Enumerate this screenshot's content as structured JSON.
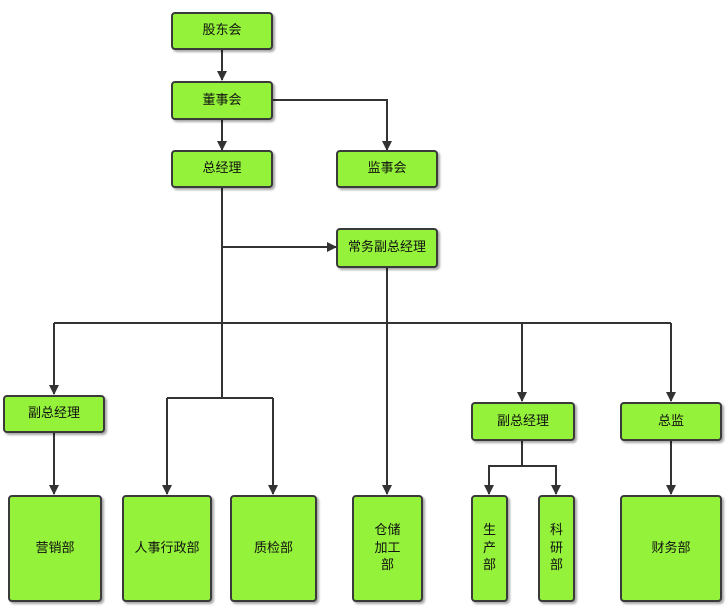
{
  "colors": {
    "box_fill": "#94f23a",
    "border": "#3a3a3a",
    "connector": "#333333"
  },
  "nodes": {
    "shareholders": "股东会",
    "board": "董事会",
    "general_manager": "总经理",
    "supervisory_board": "监事会",
    "executive_vp": "常务副总经理",
    "vp_left": "副总经理",
    "vp_right": "副总经理",
    "director": "总监",
    "marketing": "营销部",
    "hr_admin": "人事行政部",
    "quality": "质检部",
    "warehouse": "仓储加工部",
    "production": "生产部",
    "research": "科研部",
    "finance": "财务部"
  }
}
